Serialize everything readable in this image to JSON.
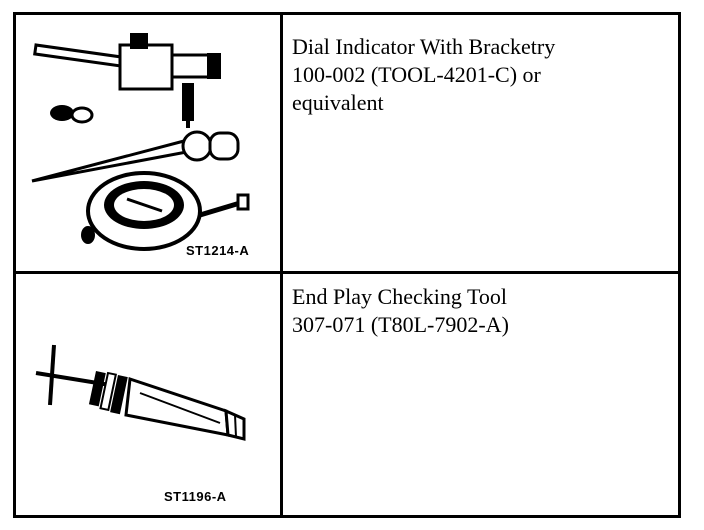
{
  "rows": [
    {
      "caption": "ST1214-A",
      "text_lines": [
        "Dial Indicator With Bracketry",
        "100-002 (TOOL-4201-C) or",
        "equivalent"
      ],
      "icon": "dial-indicator-with-bracketry-icon"
    },
    {
      "caption": "ST1196-A",
      "text_lines": [
        "End Play Checking Tool",
        "307-071 (T80L-7902-A)"
      ],
      "icon": "end-play-checking-tool-icon"
    }
  ]
}
